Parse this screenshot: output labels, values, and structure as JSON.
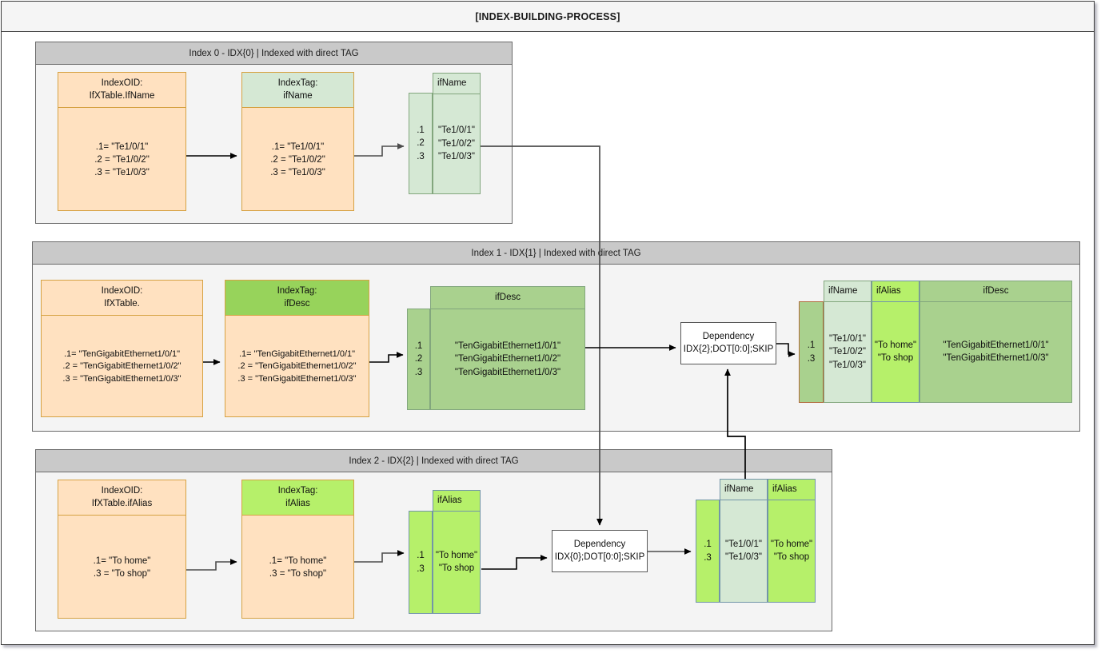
{
  "window": {
    "title": "[INDEX-BUILDING-PROCESS]"
  },
  "colors": {
    "orange_fill": "#ffe1c0",
    "orange_stroke": "#d6a243",
    "green_light": "#d5e8d4",
    "green_mid": "#97d35b",
    "green_bright": "#b6f06a",
    "green_table": "#a9d18e",
    "lane_header": "#c9c9c9",
    "lane_body": "#f4f4f4"
  },
  "lanes": [
    {
      "id": "index-0",
      "header": "Index 0 - IDX{0} |  Indexed with direct TAG",
      "index_oid": {
        "title_line1": "IndexOID:",
        "title_line2": "IfXTable.IfName",
        "rows": [
          ".1= \"Te1/0/1\"",
          ".2 = \"Te1/0/2\"",
          ".3 = \"Te1/0/3\""
        ]
      },
      "index_tag": {
        "title_line1": "IndexTag:",
        "title_line2": "ifName",
        "rows": [
          ".1= \"Te1/0/1\"",
          ".2 = \"Te1/0/2\"",
          ".3 = \"Te1/0/3\""
        ]
      },
      "table": {
        "index_col": [
          ".1",
          ".2",
          ".3"
        ],
        "columns": [
          {
            "header": "ifName",
            "values": [
              "\"Te1/0/1\"",
              "\"Te1/0/2\"",
              "\"Te1/0/3\""
            ]
          }
        ]
      }
    },
    {
      "id": "index-1",
      "header": "Index 1 - IDX{1} |  Indexed with direct TAG",
      "index_oid": {
        "title_line1": "IndexOID:",
        "title_line2": "IfXTable.",
        "rows": [
          ".1= \"TenGigabitEthernet1/0/1\"",
          ".2 = \"TenGigabitEthernet1/0/2\"",
          ".3 = \"TenGigabitEthernet1/0/3\""
        ]
      },
      "index_tag": {
        "title_line1": "IndexTag:",
        "title_line2": "ifDesc",
        "rows": [
          ".1= \"TenGigabitEthernet1/0/1\"",
          ".2 = \"TenGigabitEthernet1/0/2\"",
          ".3 = \"TenGigabitEthernet1/0/3\""
        ]
      },
      "table": {
        "index_col": [
          ".1",
          ".2",
          ".3"
        ],
        "columns": [
          {
            "header": "ifDesc",
            "values": [
              "\"TenGigabitEthernet1/0/1\"",
              "\"TenGigabitEthernet1/0/2\"",
              "\"TenGigabitEthernet1/0/3\""
            ]
          }
        ]
      },
      "dependency": {
        "line1": "Dependency",
        "line2": "IDX{2};DOT[0:0];SKIP"
      },
      "result": {
        "index_col": [
          ".1",
          ".3"
        ],
        "columns": [
          {
            "header": "ifName",
            "values": [
              "\"Te1/0/1\"",
              "\"Te1/0/2\"",
              "\"Te1/0/3\""
            ]
          },
          {
            "header": "ifAlias",
            "values": [
              "\"To home\"",
              "\"To shop"
            ]
          },
          {
            "header": "ifDesc",
            "values": [
              "\"TenGigabitEthernet1/0/1\"",
              "\"TenGigabitEthernet1/0/3\""
            ]
          }
        ]
      }
    },
    {
      "id": "index-2",
      "header": "Index 2 - IDX{2} |  Indexed with direct TAG",
      "index_oid": {
        "title_line1": "IndexOID:",
        "title_line2": "IfXTable.ifAlias",
        "rows": [
          ".1= \"To home\"",
          ".3 = \"To shop\""
        ]
      },
      "index_tag": {
        "title_line1": "IndexTag:",
        "title_line2": "ifAlias",
        "rows": [
          ".1= \"To home\"",
          ".3 = \"To shop\""
        ]
      },
      "table": {
        "index_col": [
          ".1",
          ".3"
        ],
        "columns": [
          {
            "header": "ifAlias",
            "values": [
              "\"To home\"",
              "\"To shop"
            ]
          }
        ]
      },
      "dependency": {
        "line1": "Dependency",
        "line2": "IDX{0};DOT[0:0];SKIP"
      },
      "result": {
        "index_col": [
          ".1",
          ".3"
        ],
        "columns": [
          {
            "header": "ifName",
            "values": [
              "\"Te1/0/1\"",
              "\"Te1/0/3\""
            ]
          },
          {
            "header": "ifAlias",
            "values": [
              "\"To home\"",
              "\"To shop"
            ]
          }
        ]
      }
    }
  ]
}
